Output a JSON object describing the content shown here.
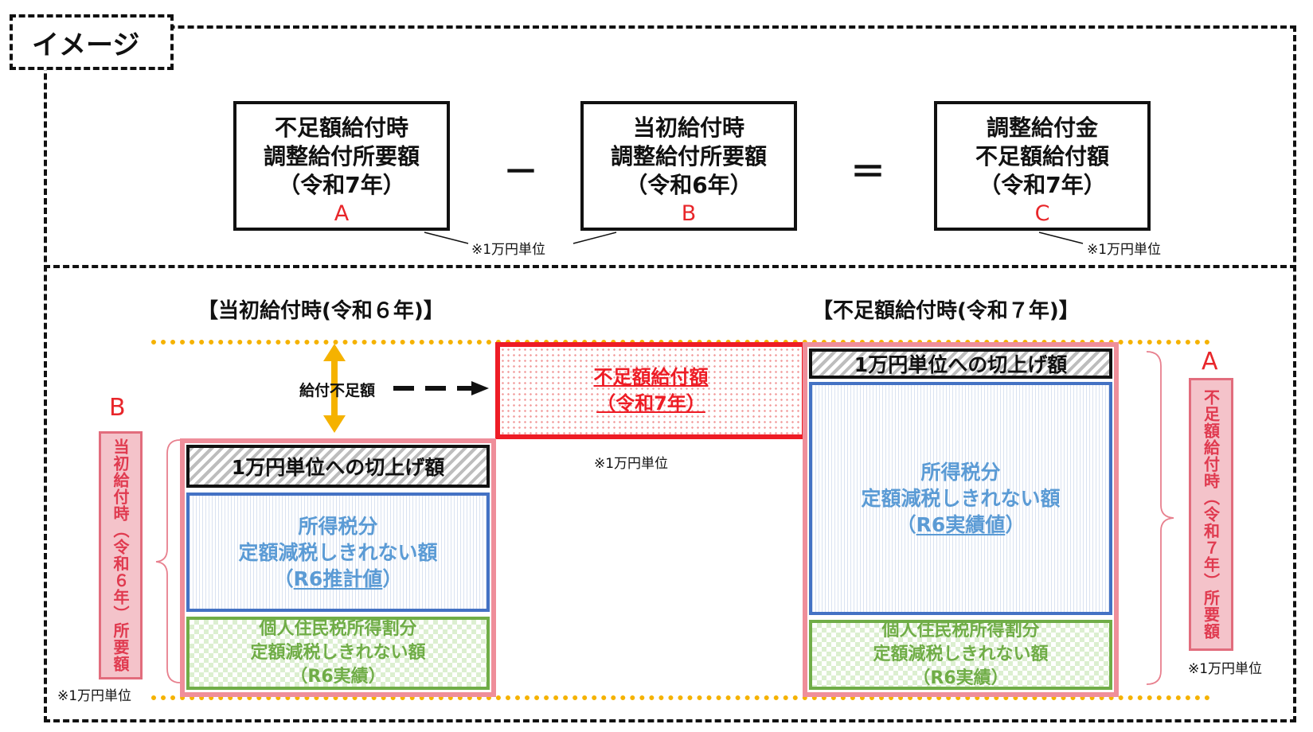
{
  "title": "イメージ",
  "formula": {
    "box_a": {
      "line1": "不足額給付時",
      "line2": "調整給付所要額",
      "line3": "（令和7年）",
      "letter": "A"
    },
    "minus": "－",
    "box_b": {
      "line1": "当初給付時",
      "line2": "調整給付所要額",
      "line3": "（令和6年）",
      "letter": "B"
    },
    "equals": "＝",
    "box_c": {
      "line1": "調整給付金",
      "line2": "不足額給付額",
      "line3": "（令和7年）",
      "letter": "C"
    },
    "note_ab": "※1万円単位",
    "note_c": "※1万円単位"
  },
  "sections": {
    "left_header": "【当初給付時(令和６年)】",
    "right_header": "【不足額給付時(令和７年)】"
  },
  "left_bar": {
    "roundup": "1万円単位への切上げ額",
    "income_line1": "所得税分",
    "income_line2": "定額減税しきれない額",
    "income_line3_open": "（",
    "income_line3_link": "R6推計値",
    "income_line3_close": "）",
    "resident_line1": "個人住民税所得割分",
    "resident_line2": "定額減税しきれない額",
    "resident_line3": "（R6実績）"
  },
  "right_bar": {
    "roundup": "1万円単位への切上げ額",
    "income_line1": "所得税分",
    "income_line2": "定額減税しきれない額",
    "income_line3_open": "（",
    "income_line3_link": "R6実績値",
    "income_line3_close": "）",
    "resident_line1": "個人住民税所得割分",
    "resident_line2": "定額減税しきれない額",
    "resident_line3": "（R6実績）"
  },
  "shortfall": {
    "line1": "不足額給付額",
    "line2": "（令和7年）",
    "note": "※1万円単位"
  },
  "gap_label": "給付不足額",
  "left_label": {
    "letter": "B",
    "text": "当初給付時（令和６年）所要額",
    "note": "※1万円単位"
  },
  "right_label": {
    "letter": "A",
    "text": "不足額給付時（令和７年）所要額",
    "note": "※1万円単位"
  },
  "colors": {
    "red": "#ee1c25",
    "pink_border": "#ef8e9a",
    "blue": "#4472c4",
    "blue_text": "#5b9bd5",
    "green": "#70ad47",
    "orange_dots": "#f5b200"
  }
}
